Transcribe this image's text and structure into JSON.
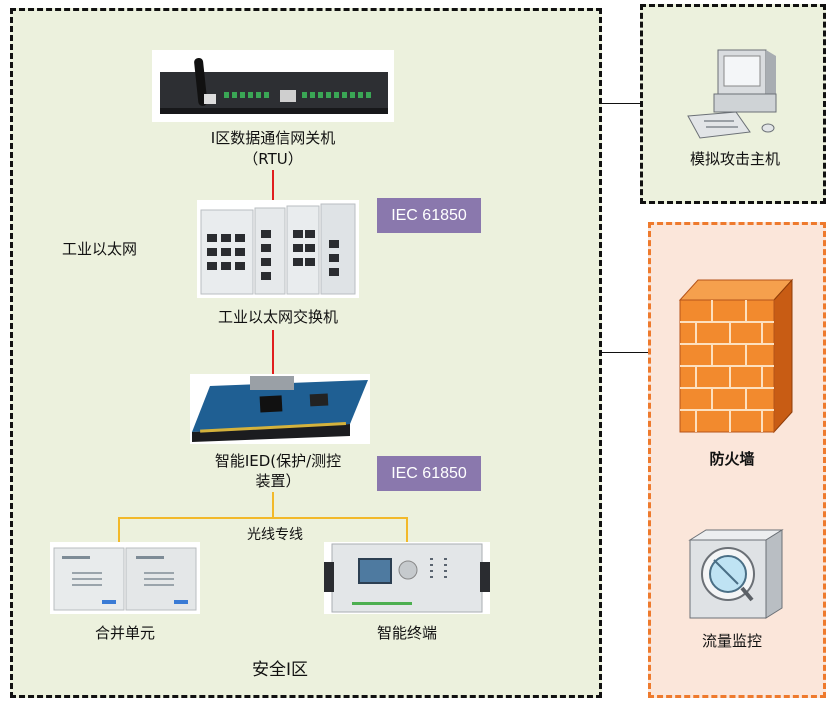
{
  "zones": {
    "main_label": "安全I区"
  },
  "devices": {
    "rtu_label_line1": "I区数据通信网关机",
    "rtu_label_line2": "（RTU）",
    "switch_label": "工业以太网交换机",
    "ied_label_line1": "智能IED(保护/测控",
    "ied_label_line2": "装置）",
    "merge_unit_label": "合并单元",
    "smart_terminal_label": "智能终端",
    "attack_host_label": "模拟攻击主机",
    "firewall_label": "防火墙",
    "traffic_monitor_label": "流量监控"
  },
  "annotations": {
    "ethernet_label": "工业以太网",
    "protocol_tag_1": "IEC 61850",
    "protocol_tag_2": "IEC 61850",
    "fiber_label": "光线专线"
  },
  "colors": {
    "main_zone_bg": "#ecf1dd",
    "firewall_zone_bg": "#fbe6da",
    "firewall_zone_border": "#ee7a2d",
    "tag_bg": "#8a78ad",
    "link_red": "#e01e1e",
    "link_fiber": "#f2b92a"
  }
}
